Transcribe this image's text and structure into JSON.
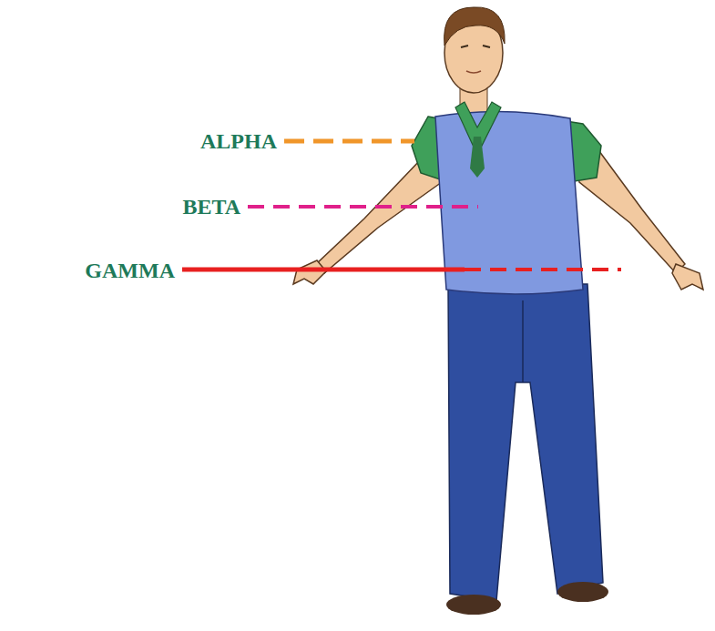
{
  "diagram": {
    "labels": [
      "ALPHA",
      "BETA",
      "GAMMA"
    ]
  }
}
